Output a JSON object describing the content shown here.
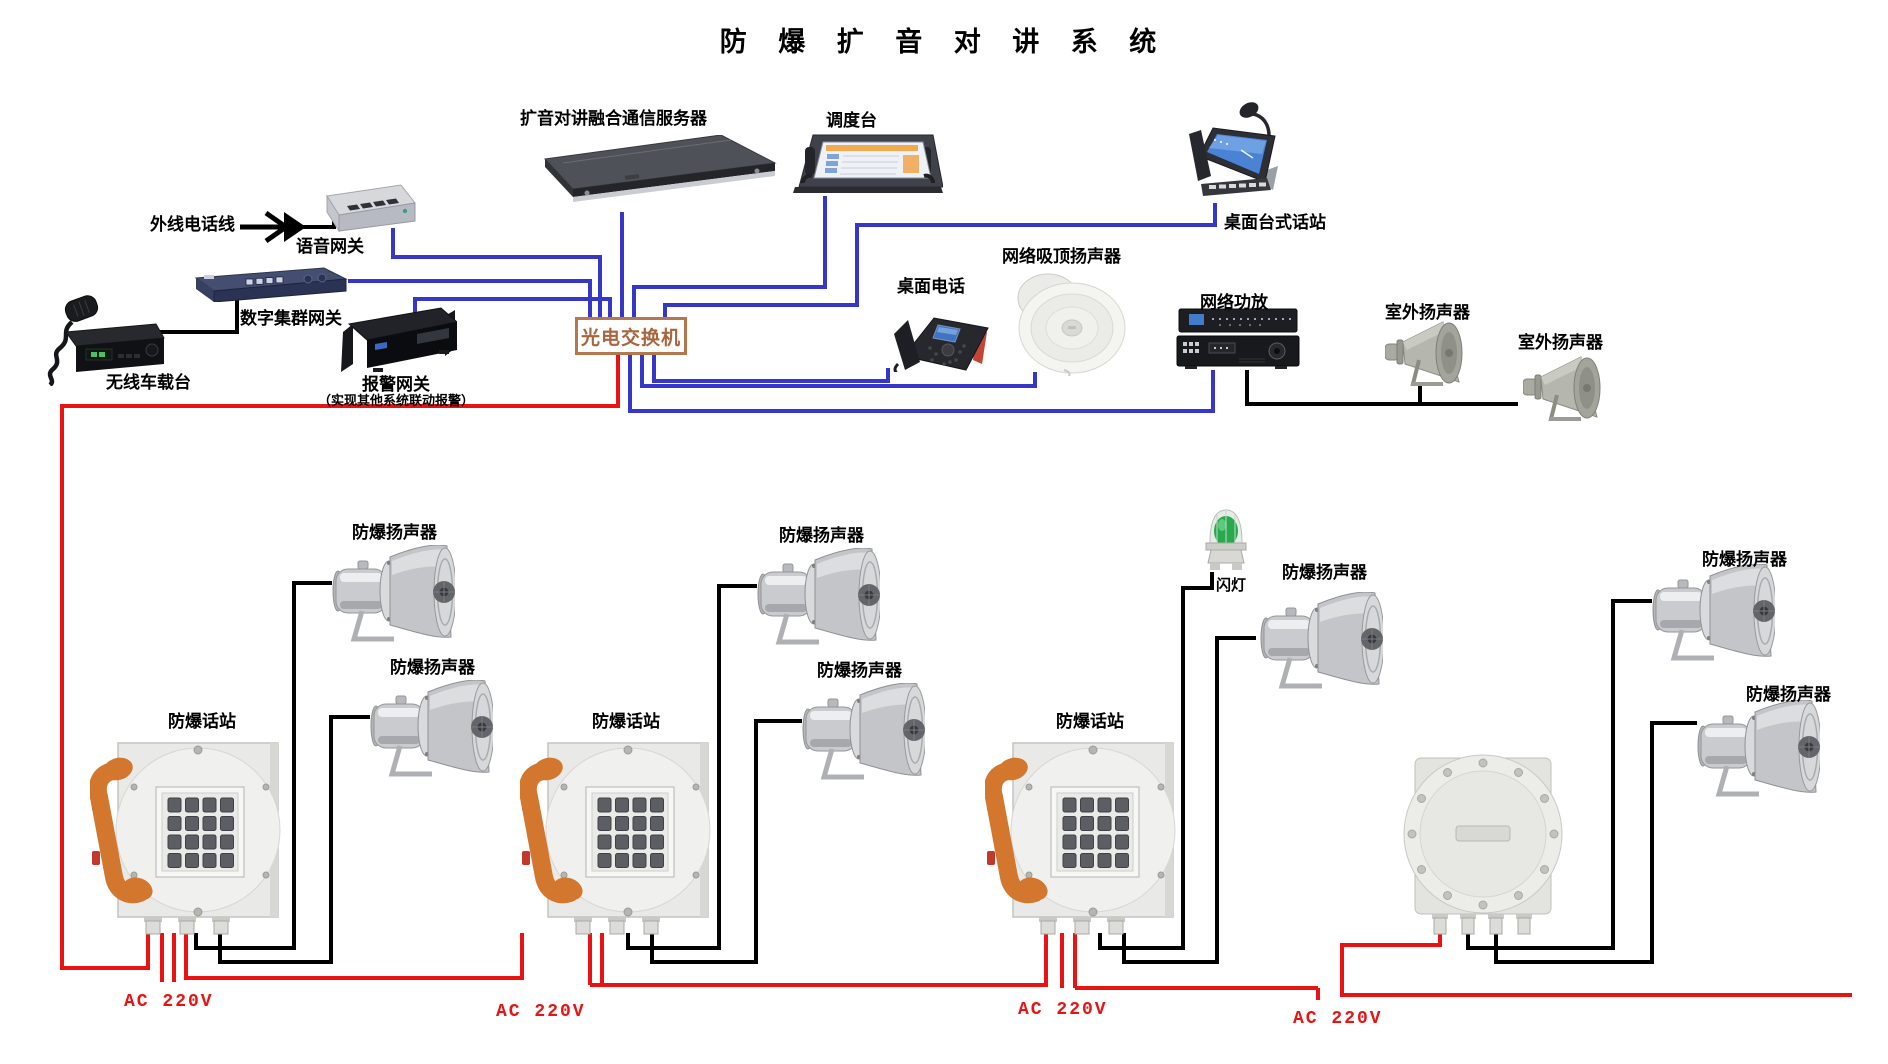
{
  "title": "防 爆 扩 音 对 讲 系 统",
  "labels": {
    "outside_line": "外线电话线",
    "voice_gateway": "语音网关",
    "server": "扩音对讲融合通信服务器",
    "dispatch_console": "调度台",
    "desk_station": "桌面台式话站",
    "trunk_gateway": "数字集群网关",
    "vehicle_radio": "无线车载台",
    "alarm_gateway": "报警网关",
    "alarm_gateway_note": "（实现其他系统联动报警）",
    "optical_switch": "光电交换机",
    "desk_phone": "桌面电话",
    "ceiling_speaker": "网络吸顶扬声器",
    "network_amplifier": "网络功放",
    "outdoor_speaker_1": "室外扬声器",
    "outdoor_speaker_2": "室外扬声器",
    "flash_lamp": "闪灯",
    "ex_speaker": [
      "防爆扬声器",
      "防爆扬声器",
      "防爆扬声器",
      "防爆扬声器",
      "防爆扬声器",
      "防爆扬声器",
      "防爆扬声器"
    ],
    "ex_station": [
      "防爆话站",
      "防爆话站",
      "防爆话站"
    ],
    "power": [
      "AC  220V",
      "AC  220V",
      "AC  220V",
      "AC  220V"
    ]
  },
  "colors": {
    "network_wire": "#3636c9",
    "power_wire": "#ea1313",
    "audio_wire": "#000000",
    "switch_border": "#b5784e",
    "switch_text": "#a8653e",
    "power_text": "#e81414",
    "handset_orange": "#d4772e",
    "beacon_green": "#27aa4b"
  }
}
